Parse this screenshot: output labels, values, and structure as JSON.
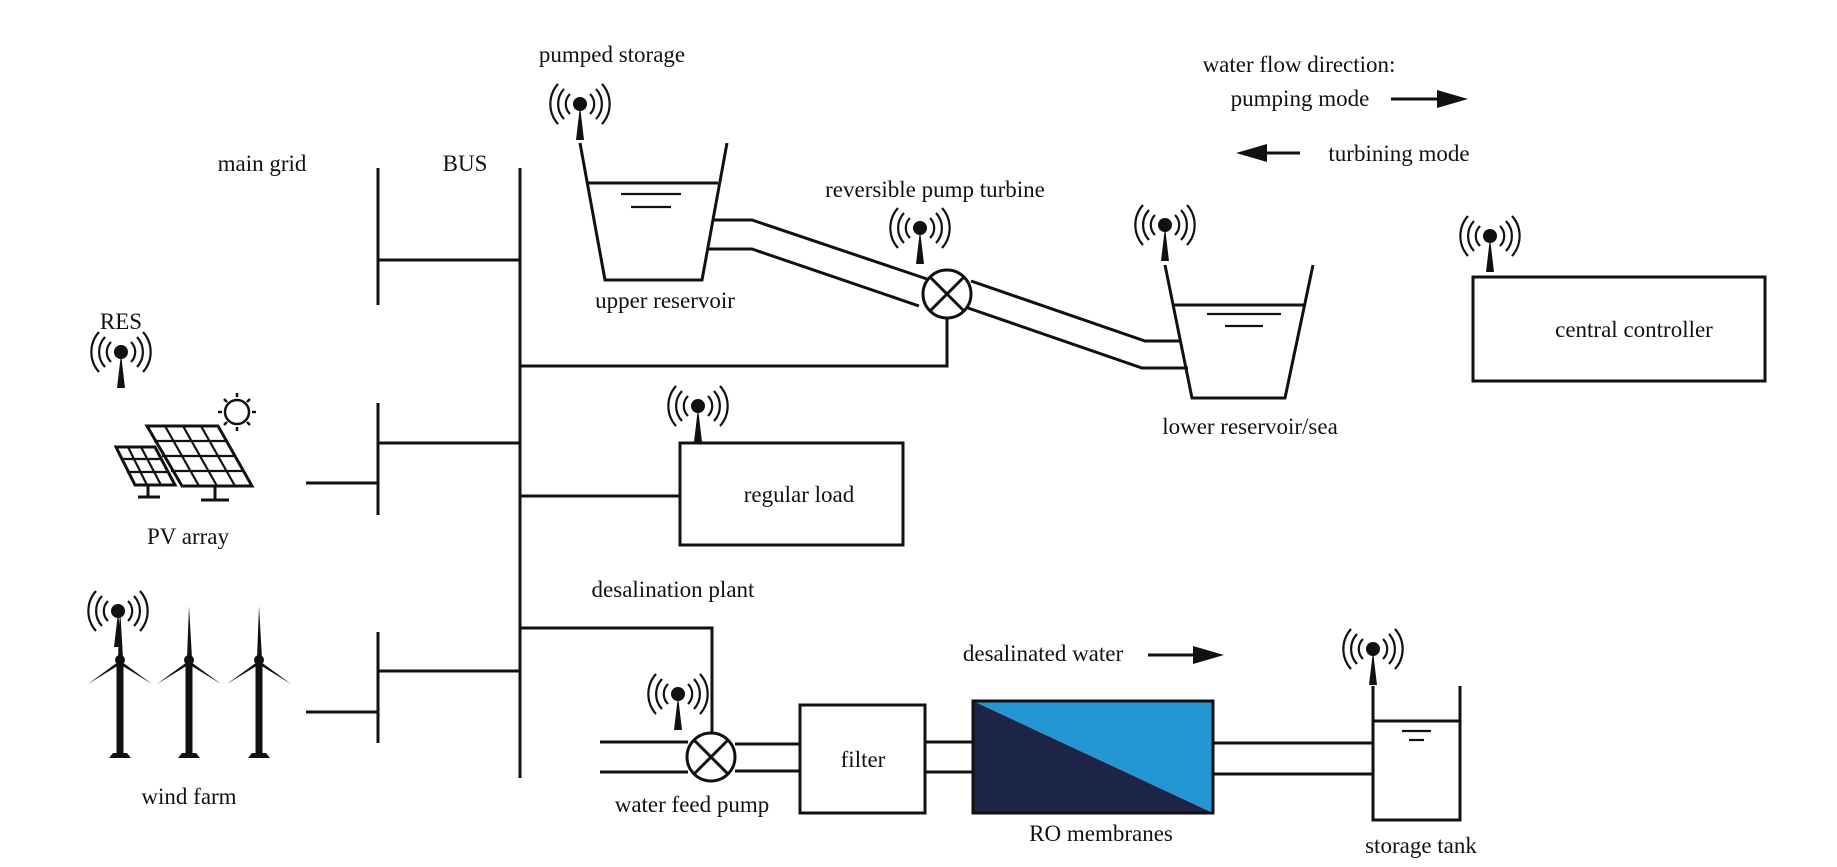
{
  "labels": {
    "pumped_storage": "pumped storage",
    "main_grid": "main grid",
    "bus": "BUS",
    "res": "RES",
    "pv_array": "PV array",
    "wind_farm": "wind farm",
    "upper_reservoir": "upper reservoir",
    "reversible_pump_turbine": "reversible pump turbine",
    "lower_reservoir": "lower reservoir/sea",
    "regular_load": "regular load",
    "central_controller": "central controller",
    "desalination_plant": "desalination plant",
    "water_feed_pump": "water feed pump",
    "filter": "filter",
    "ro_membranes": "RO membranes",
    "storage_tank": "storage tank",
    "desalinated_water": "desalinated water"
  },
  "legend": {
    "title": "water flow direction:",
    "pumping_mode": "pumping mode",
    "turbining_mode": "turbining mode"
  },
  "colors": {
    "line": "#111111",
    "ro_dark": "#1c2447",
    "ro_light": "#2596d4"
  },
  "icons": [
    "antenna-icon",
    "solar-panel-icon",
    "sun-icon",
    "wind-turbine-icon",
    "pump-valve-icon",
    "arrow-right-icon",
    "arrow-left-icon"
  ]
}
